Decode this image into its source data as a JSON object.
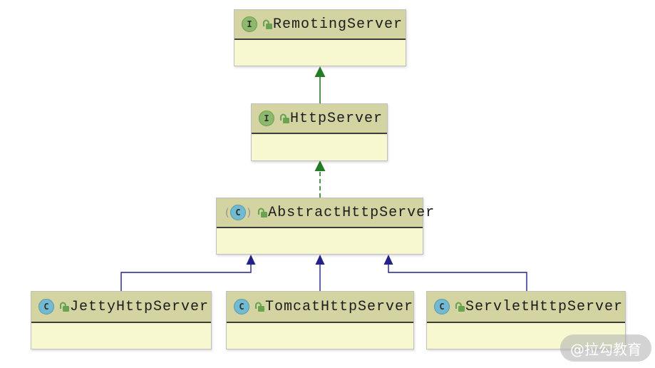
{
  "diagram": {
    "kind": "uml-class-hierarchy",
    "nodes": [
      {
        "name": "RemotingServer",
        "kind": "interface",
        "icon_letter": "I",
        "visibility": "public"
      },
      {
        "name": "HttpServer",
        "kind": "interface",
        "icon_letter": "I",
        "visibility": "public"
      },
      {
        "name": "AbstractHttpServer",
        "kind": "abstract-class",
        "icon_letter": "C",
        "visibility": "public"
      },
      {
        "name": "JettyHttpServer",
        "kind": "class",
        "icon_letter": "C",
        "visibility": "public"
      },
      {
        "name": "TomcatHttpServer",
        "kind": "class",
        "icon_letter": "C",
        "visibility": "public"
      },
      {
        "name": "ServletHttpServer",
        "kind": "class",
        "icon_letter": "C",
        "visibility": "public"
      }
    ],
    "abstract_paren_open": "(",
    "abstract_paren_close": ")",
    "edges": [
      {
        "from": "HttpServer",
        "to": "RemotingServer",
        "relation": "extends",
        "line": "solid",
        "color": "green"
      },
      {
        "from": "AbstractHttpServer",
        "to": "HttpServer",
        "relation": "implements",
        "line": "dashed",
        "color": "green"
      },
      {
        "from": "JettyHttpServer",
        "to": "AbstractHttpServer",
        "relation": "extends",
        "line": "solid",
        "color": "navy"
      },
      {
        "from": "TomcatHttpServer",
        "to": "AbstractHttpServer",
        "relation": "extends",
        "line": "solid",
        "color": "navy"
      },
      {
        "from": "ServletHttpServer",
        "to": "AbstractHttpServer",
        "relation": "extends",
        "line": "solid",
        "color": "navy"
      }
    ]
  },
  "colors": {
    "arrow_green": "#257b25",
    "arrow_navy": "#222288",
    "header_fill": "#d4d4a3",
    "body_fill": "#f8f8d0",
    "divider": "#3d3d3d",
    "interface_icon_fill": "#8db96d",
    "class_icon_fill": "#72bad2",
    "lock_green": "#69a352"
  },
  "watermark": {
    "text": "@拉勾教育"
  }
}
